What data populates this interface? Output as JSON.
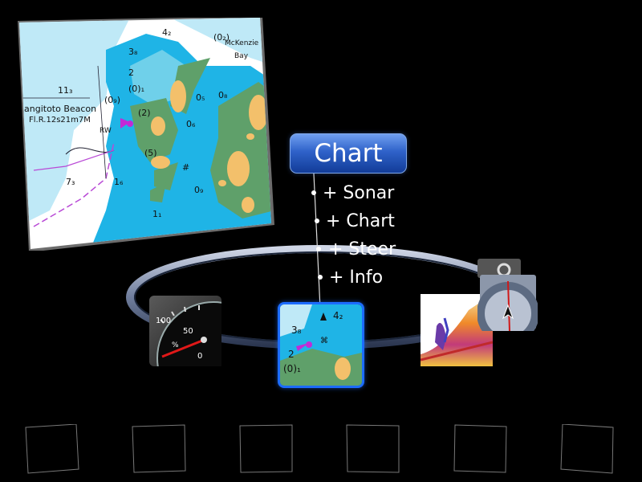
{
  "menu": {
    "title": "Chart",
    "options": [
      "+ Sonar",
      "+ Chart",
      "+ Steer",
      "+ Info"
    ]
  },
  "map_preview": {
    "labels": {
      "beacon_name": "angitoto Beacon",
      "beacon_light": "Fl.R.12s21m7M",
      "beacon_mark": "RW",
      "place_name_1": "McKenzie",
      "place_name_2": "Bay"
    },
    "depths": [
      "4₂",
      "3₈",
      "2",
      "(0)₁",
      "(0₉)",
      "(2)",
      "(5)",
      "11₃",
      "0₅",
      "0₆",
      "0₈",
      "7₃",
      "1₆",
      "0₉",
      "(0₂)",
      "1₁",
      "#"
    ]
  },
  "apps": {
    "gauge": {
      "tick_100": "100",
      "tick_50": "50",
      "tick_0": "0",
      "unit": "%"
    },
    "chart": {
      "depth_a": "4₂",
      "depth_b": "3₈",
      "depth_c": "2",
      "depth_d": "(0)₁"
    }
  },
  "colors": {
    "menu_title_bg": "#2f62c9",
    "selected_border": "#1c6cff",
    "water_deep": "#1fb4e6",
    "water_shallow": "#bfe9f7",
    "land": "#5fa06a",
    "sand": "#f3c06b",
    "course_line": "#b94ad6"
  }
}
